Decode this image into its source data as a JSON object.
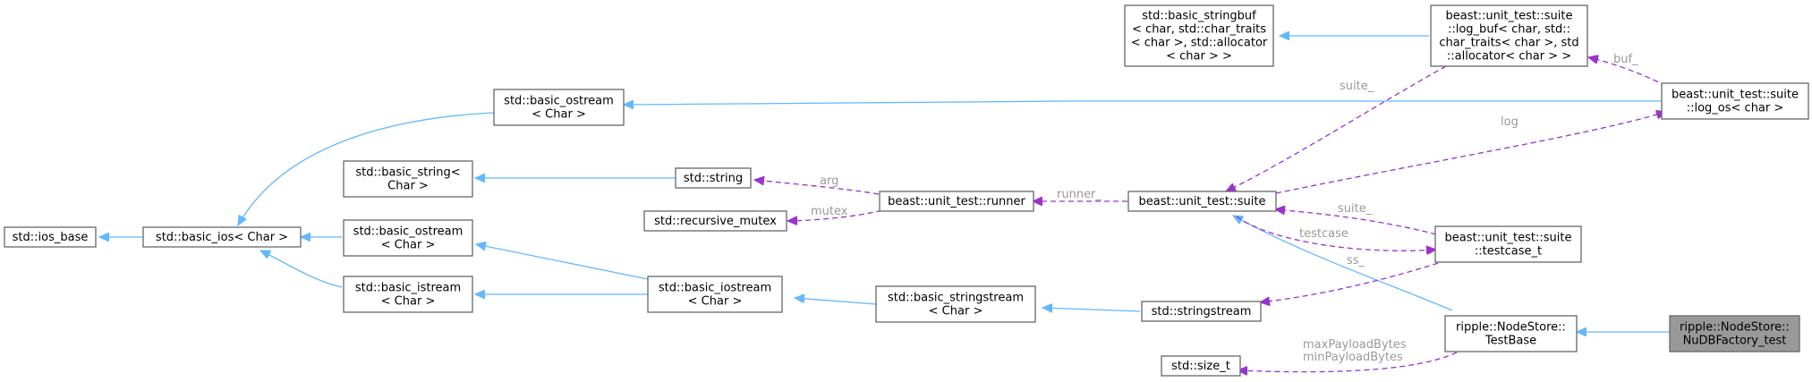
{
  "nodes": {
    "ios_base": [
      "std::ios_base"
    ],
    "basic_ios": [
      "std::basic_ios< Char >"
    ],
    "basic_ostream_top": [
      "std::basic_ostream",
      "< Char >"
    ],
    "basic_string": [
      "std::basic_string<",
      "Char >"
    ],
    "basic_ostream_mid": [
      "std::basic_ostream",
      "< Char >"
    ],
    "basic_istream": [
      "std::basic_istream",
      "< Char >"
    ],
    "string": [
      "std::string"
    ],
    "recursive_mutex": [
      "std::recursive_mutex"
    ],
    "basic_iostream": [
      "std::basic_iostream",
      "< Char >"
    ],
    "runner": [
      "beast::unit_test::runner"
    ],
    "basic_stringstream": [
      "std::basic_stringstream",
      "< Char >"
    ],
    "basic_stringbuf": [
      "std::basic_stringbuf",
      "< char, std::char_traits",
      "< char >, std::allocator",
      "< char > >"
    ],
    "suite": [
      "beast::unit_test::suite"
    ],
    "stringstream": [
      "std::stringstream"
    ],
    "size_t": [
      "std::size_t"
    ],
    "log_buf": [
      "beast::unit_test::suite",
      "::log_buf< char, std::",
      "char_traits< char >, std",
      "::allocator< char > >"
    ],
    "testcase_t": [
      "beast::unit_test::suite",
      "::testcase_t"
    ],
    "testbase": [
      "ripple::NodeStore::",
      "TestBase"
    ],
    "log_os": [
      "beast::unit_test::suite",
      "::log_os< char >"
    ],
    "nudb_test": [
      "ripple::NodeStore::",
      "NuDBFactory_test"
    ]
  },
  "edge_labels": {
    "suite_log_os": "suite_",
    "log": "log",
    "buf": "buf_",
    "arg": "arg",
    "mutex": "mutex",
    "runner": "runner_",
    "suite_testcase": "suite_",
    "testcase": "testcase",
    "ss": "ss_",
    "max_payload": "maxPayloadBytes",
    "min_payload": "minPayloadBytes"
  },
  "colors": {
    "inheritance": "#63b8ff",
    "usage": "#9a32cd",
    "highlight_fill": "#999999",
    "label": "#9a9a9a"
  }
}
